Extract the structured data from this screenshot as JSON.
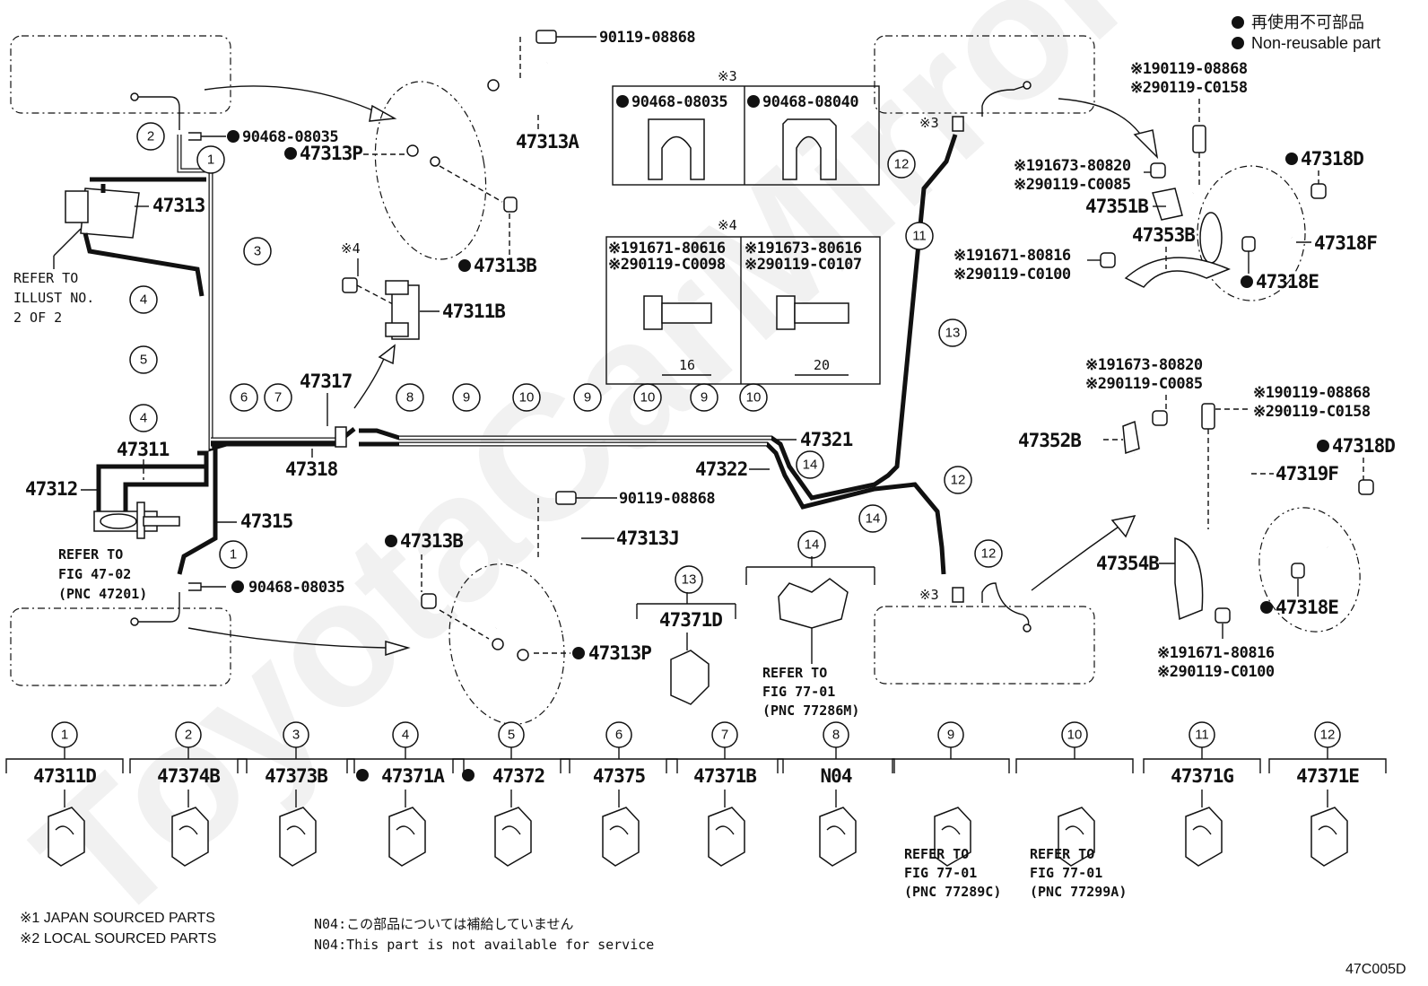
{
  "legend": {
    "nonreusable_jp": "再使用不可部品",
    "nonreusable_en": "Non-reusable part"
  },
  "watermark": "ToyotaCarMirror.ru",
  "figure_code": "47C005D",
  "footnotes": {
    "japan_sourced": "※1 JAPAN SOURCED PARTS",
    "local_sourced": "※2 LOCAL SOURCED PARTS",
    "n04_jp": "N04:この部品については補給していません",
    "n04_en": "N04:This part is not available for service"
  },
  "refs": {
    "illust": [
      "REFER TO",
      "ILLUST NO.",
      "2 OF 2"
    ],
    "fig_47_02": [
      "REFER TO",
      "FIG 47-02",
      "(PNC 47201)"
    ],
    "fig_77_01_m": [
      "REFER TO",
      "FIG 77-01",
      "(PNC 77286M)"
    ],
    "fig_77_01_c": [
      "REFER TO",
      "FIG 77-01",
      "(PNC 77289C)"
    ],
    "fig_77_01_a": [
      "REFER TO",
      "FIG 77-01",
      "(PNC 77299A)"
    ]
  },
  "main_labels": {
    "p90468_08035_top": "90468-08035",
    "p47313P_top": "47313P",
    "p47313": "47313",
    "p90119_08868_top": "90119-08868",
    "p47313A": "47313A",
    "p47313B_top": "47313B",
    "p47311B": "47311B",
    "note4_small": "※4",
    "p47317": "47317",
    "p47318": "47318",
    "p47311": "47311",
    "p47312": "47312",
    "p47315": "47315",
    "p90468_08035_bot": "90468-08035",
    "p47321": "47321",
    "p47322": "47322",
    "p90119_08868_mid": "90119-08868",
    "p47313J": "47313J",
    "p47313B_bot": "47313B",
    "p47313P_bot": "47313P",
    "p47371D": "47371D",
    "note3_top": "※3",
    "note3_bot": "※3"
  },
  "box3": {
    "title": "※3",
    "left": "90468-08035",
    "right": "90468-08040"
  },
  "box4": {
    "title": "※4",
    "left": [
      "※191671-80616",
      "※290119-C0098"
    ],
    "right": [
      "※191673-80616",
      "※290119-C0107"
    ],
    "left_len": "16",
    "right_len": "20"
  },
  "rear_upper": {
    "bolt_top": [
      "※190119-08868",
      "※290119-C0158"
    ],
    "bolt_left": [
      "※191673-80820",
      "※290119-C0085"
    ],
    "p47351B": "47351B",
    "p47353B": "47353B",
    "bolt_low": [
      "※191671-80816",
      "※290119-C0100"
    ],
    "p47318D": "47318D",
    "p47318F": "47318F",
    "p47318E": "47318E"
  },
  "rear_lower": {
    "bolt_left": [
      "※191673-80820",
      "※290119-C0085"
    ],
    "bolt_top": [
      "※190119-08868",
      "※290119-C0158"
    ],
    "p47352B": "47352B",
    "p47319F": "47319F",
    "p47318D": "47318D",
    "p47354B": "47354B",
    "p47318E": "47318E",
    "bolt_low": [
      "※191671-80816",
      "※290119-C0100"
    ]
  },
  "callouts_main": [
    "1",
    "2",
    "3",
    "4",
    "5",
    "4",
    "6",
    "7",
    "8",
    "9",
    "10",
    "9",
    "10",
    "9",
    "10",
    "1",
    "11",
    "12",
    "13",
    "14",
    "14",
    "12",
    "12",
    "13",
    "14"
  ],
  "clip_catalog": [
    {
      "num": "1",
      "part": "47311D",
      "nonreusable": false
    },
    {
      "num": "2",
      "part": "47374B",
      "nonreusable": false
    },
    {
      "num": "3",
      "part": "47373B",
      "nonreusable": false
    },
    {
      "num": "4",
      "part": "47371A",
      "nonreusable": true
    },
    {
      "num": "5",
      "part": "47372",
      "nonreusable": true
    },
    {
      "num": "6",
      "part": "47375",
      "nonreusable": false
    },
    {
      "num": "7",
      "part": "47371B",
      "nonreusable": false
    },
    {
      "num": "8",
      "part": "N04",
      "nonreusable": false
    },
    {
      "num": "9",
      "part": "",
      "nonreusable": false
    },
    {
      "num": "10",
      "part": "",
      "nonreusable": false
    },
    {
      "num": "11",
      "part": "47371G",
      "nonreusable": false
    },
    {
      "num": "12",
      "part": "47371E",
      "nonreusable": false
    }
  ],
  "detail_13": {
    "num": "13",
    "part": "47371D"
  },
  "detail_14": {
    "num": "14"
  }
}
